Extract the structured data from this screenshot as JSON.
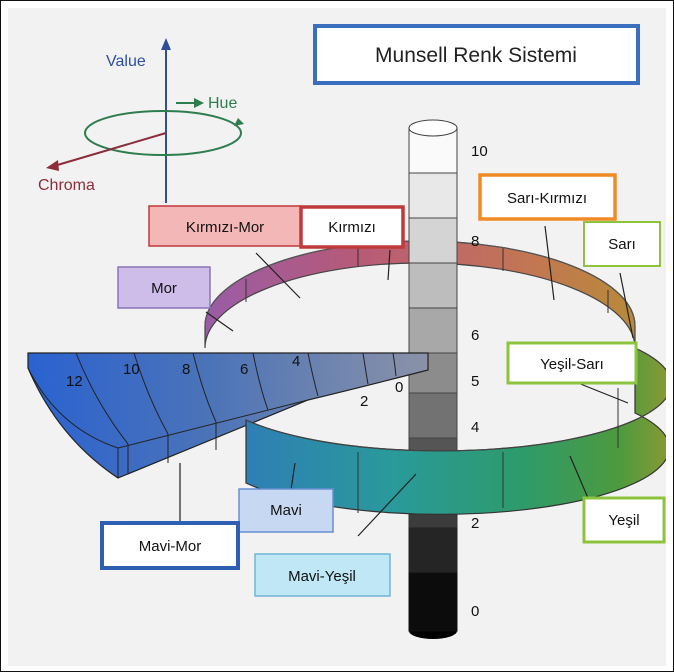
{
  "title": "Munsell Renk Sistemi",
  "axes": {
    "value": "Value",
    "hue": "Hue",
    "chroma": "Chroma"
  },
  "value_scale": [
    "10",
    "8",
    "6",
    "5",
    "4",
    "2",
    "0"
  ],
  "chroma_scale": [
    "12",
    "10",
    "8",
    "6",
    "4",
    "2",
    "0"
  ],
  "hue_labels": {
    "kirmizi_mor": "Kırmızı-Mor",
    "kirmizi": "Kırmızı",
    "sari_kirmizi": "Sarı-Kırmızı",
    "sari": "Sarı",
    "mor": "Mor",
    "yesil_sari": "Yeşil-Sarı",
    "mavi": "Mavi",
    "mavi_mor": "Mavi-Mor",
    "mavi_yesil": "Mavi-Yeşil",
    "yesil": "Yeşil"
  },
  "colors": {
    "title_border": "#3a6fbf",
    "value_arrow": "#2f4f9a",
    "hue_arrow": "#2e7d4f",
    "chroma_arrow": "#8b2d3a",
    "kirmizi_mor_fill": "#f4b7b7",
    "kirmizi_border": "#c0393b",
    "sari_kirmizi_border": "#f08a24",
    "sari_border": "#8cc43f",
    "mor_fill": "#cdbde8",
    "mavi_fill": "#c7d8f3",
    "mavi_mor_border": "#2f5fb3",
    "mavi_yesil_fill": "#bfe7f5",
    "yesil_border": "#8cc43f"
  }
}
